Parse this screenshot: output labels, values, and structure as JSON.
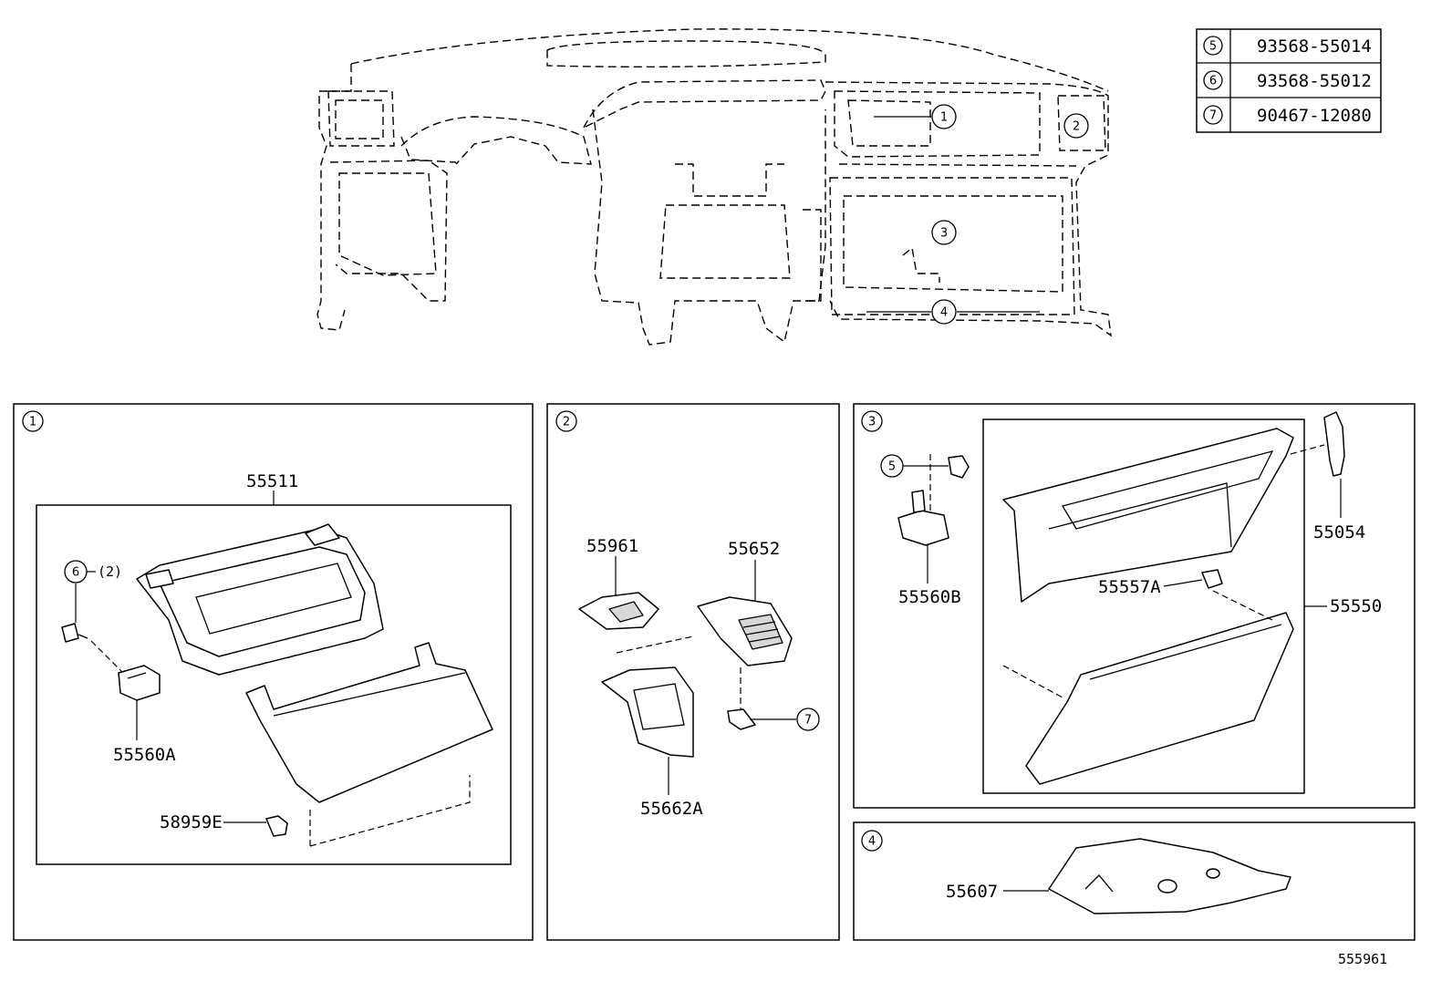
{
  "fastener_table": [
    {
      "ref": "5",
      "part": "93568-55014"
    },
    {
      "ref": "6",
      "part": "93568-55012"
    },
    {
      "ref": "7",
      "part": "90467-12080"
    }
  ],
  "overview": {
    "callouts": [
      "1",
      "2",
      "3",
      "4"
    ]
  },
  "section1": {
    "ref": "1",
    "parts": {
      "p55511": "55511",
      "p55560A": "55560A",
      "p58959E": "58959E",
      "ref6": "6",
      "qty6": "(2)"
    }
  },
  "section2": {
    "ref": "2",
    "parts": {
      "p55961": "55961",
      "p55652": "55652",
      "p55662A": "55662A",
      "ref7": "7"
    }
  },
  "section3": {
    "ref": "3",
    "parts": {
      "ref5": "5",
      "p55560B": "55560B",
      "p55557A": "55557A",
      "p55054": "55054",
      "p55550": "55550"
    }
  },
  "section4": {
    "ref": "4",
    "parts": {
      "p55607": "55607"
    }
  },
  "figure_id": "555961"
}
